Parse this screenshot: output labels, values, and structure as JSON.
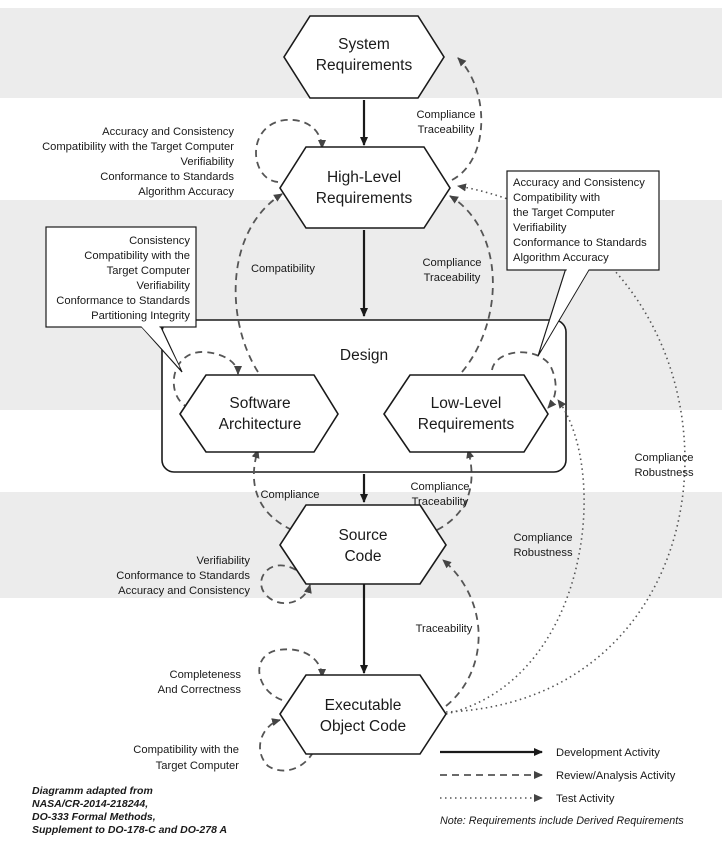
{
  "nodes": {
    "system_requirements": [
      "System",
      "Requirements"
    ],
    "high_level_requirements": [
      "High-Level",
      "Requirements"
    ],
    "design": "Design",
    "software_architecture": [
      "Software",
      "Architecture"
    ],
    "low_level_requirements": [
      "Low-Level",
      "Requirements"
    ],
    "source_code": [
      "Source",
      "Code"
    ],
    "executable_object_code": [
      "Executable",
      "Object Code"
    ]
  },
  "labels": {
    "hlr_self_review": [
      "Accuracy and Consistency",
      "Compatibility with the Target Computer",
      "Verifiability",
      "Conformance to Standards",
      "Algorithm Accuracy"
    ],
    "hlr_to_system": [
      "Compliance",
      "Traceability"
    ],
    "arch_to_hlr": "Compatibility",
    "llr_to_hlr": [
      "Compliance",
      "Traceability"
    ],
    "arch_callout": [
      "Consistency",
      "Compatibility with the",
      "Target Computer",
      "Verifiability",
      "Conformance to Standards",
      "Partitioning Integrity"
    ],
    "llr_callout": [
      "Accuracy and Consistency",
      "Compatibility with",
      "the Target Computer",
      "Verifiability",
      "Conformance to Standards",
      "Algorithm Accuracy"
    ],
    "eoc_to_hlr_test": [
      "Compliance",
      "Robustness"
    ],
    "eoc_to_llr_test": [
      "Compliance",
      "Robustness"
    ],
    "source_to_arch": "Compliance",
    "source_to_llr": [
      "Compliance",
      "Traceability"
    ],
    "source_self_review": [
      "Verifiability",
      "Conformance to Standards",
      "Accuracy and Consistency"
    ],
    "eoc_to_source": "Traceability",
    "eoc_self_review_top": [
      "Completeness",
      "And Correctness"
    ],
    "eoc_self_review_bottom": [
      "Compatibility with the",
      "Target Computer"
    ]
  },
  "legend": {
    "development": "Development Activity",
    "review": "Review/Analysis Activity",
    "test": "Test Activity",
    "note": "Note: Requirements include Derived Requirements"
  },
  "source_note": [
    "Diagramm adapted from",
    "NASA/CR-2014-218244,",
    "DO-333 Formal Methods,",
    "Supplement to DO-178-C and DO-278 A"
  ]
}
